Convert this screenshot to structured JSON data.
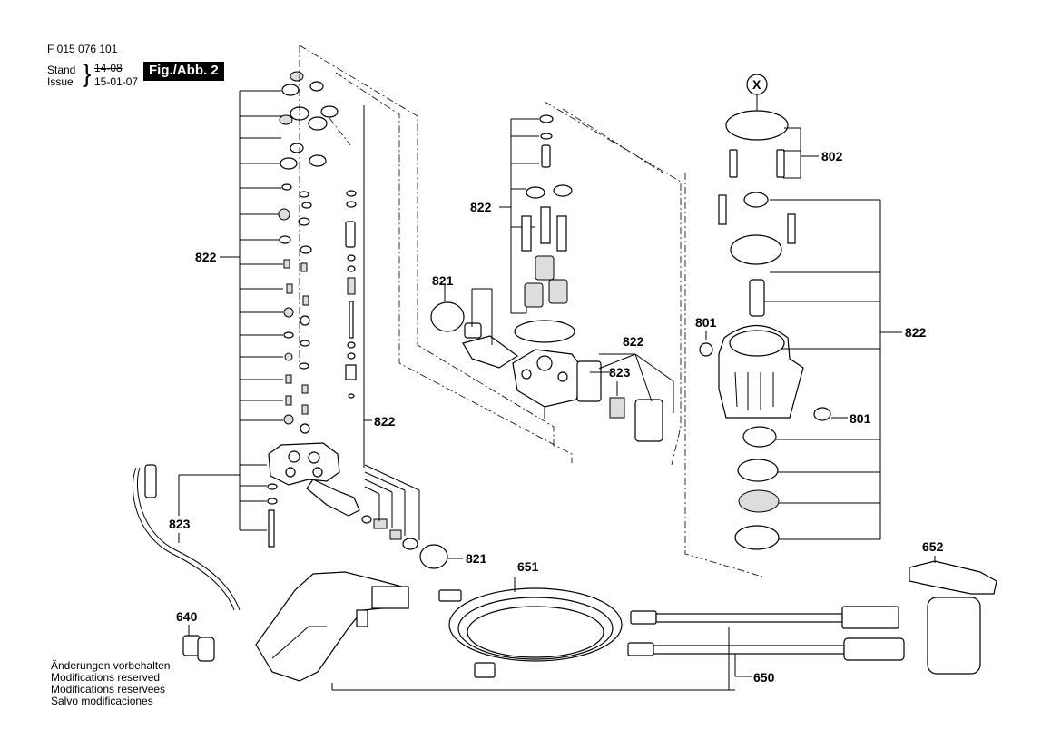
{
  "header": {
    "doc_number": "F 015 076 101",
    "stand_label": "Stand",
    "issue_label": "Issue",
    "stand_value": "14-08",
    "issue_value": "15-01-07",
    "figure_label": "Fig./Abb. 2"
  },
  "notes": [
    "Änderungen vorbehalten",
    "Modifications reserved",
    "Modifications reservees",
    "Salvo modificaciones"
  ],
  "callouts": {
    "c822_left": "822",
    "c822_mid": "822",
    "c822_top_center": "822",
    "c822_center_right": "822",
    "c822_right": "822",
    "c821_top": "821",
    "c821_bottom": "821",
    "c823_left": "823",
    "c823_center": "823",
    "c802": "802",
    "c801_left": "801",
    "c801_right": "801",
    "c640": "640",
    "c651": "651",
    "c650": "650",
    "c652": "652",
    "x_marker": "X"
  }
}
